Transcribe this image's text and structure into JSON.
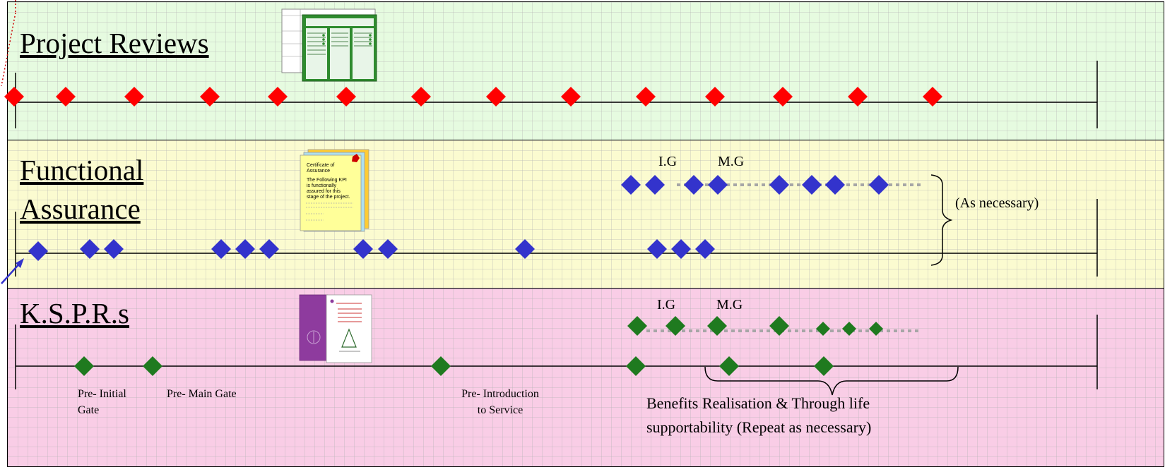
{
  "sections": {
    "project_reviews": {
      "title": "Project Reviews"
    },
    "functional_assurance": {
      "title_line1": "Functional",
      "title_line2": "Assurance",
      "ig_label": "I.G",
      "mg_label": "M.G",
      "note": "(As necessary)",
      "certificate": {
        "heading_line1": "Certificate of",
        "heading_line2": "Assurance",
        "body_line1": "The Following KPI",
        "body_line2": "is functionally",
        "body_line3": "assured for this",
        "body_line4": "stage of the project."
      }
    },
    "kspr": {
      "title": "K.S.P.R.s",
      "ig_label": "I.G",
      "mg_label": "M.G",
      "pre_initial_line1": "Pre- Initial",
      "pre_initial_line2": "Gate",
      "pre_main": "Pre- Main Gate",
      "pre_intro_line1": "Pre- Introduction",
      "pre_intro_line2": "to Service",
      "benefits_line1": "Benefits Realisation & Through life",
      "benefits_line2": "supportability (Repeat as necessary)"
    }
  },
  "colors": {
    "project_reviews_marker": "#ff0000",
    "functional_assurance_marker": "#3333cc",
    "kspr_marker": "#1f7a1f",
    "dotted_line": "#a6a6a6"
  }
}
